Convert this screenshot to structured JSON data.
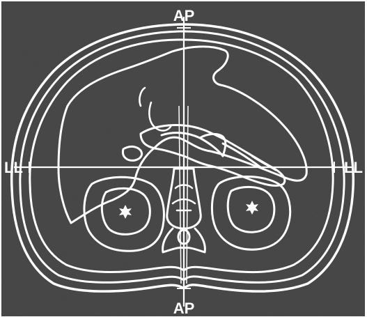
{
  "figure": {
    "labels": {
      "top": "AP",
      "bottom": "AP",
      "left": "LL",
      "right": "LL"
    },
    "colors": {
      "background": "#4a4a4a",
      "lines": "#ffffff"
    }
  }
}
